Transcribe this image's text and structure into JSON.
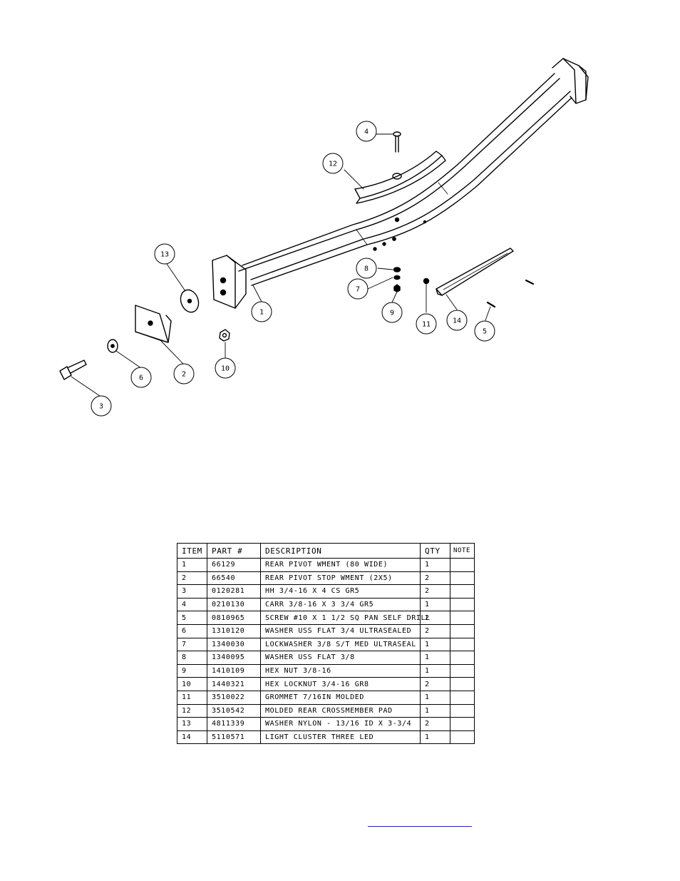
{
  "callouts": [
    "1",
    "2",
    "3",
    "4",
    "5",
    "6",
    "7",
    "8",
    "9",
    "10",
    "11",
    "12",
    "13",
    "14"
  ],
  "table": {
    "headers": [
      "ITEM",
      "PART #",
      "DESCRIPTION",
      "QTY",
      "NOTE"
    ],
    "rows": [
      [
        "1",
        "66129",
        "REAR PIVOT WMENT (80 WIDE)",
        "1",
        ""
      ],
      [
        "2",
        "66540",
        "REAR PIVOT STOP WMENT (2X5)",
        "2",
        ""
      ],
      [
        "3",
        "0120281",
        "HH 3/4-16 X 4 CS GR5",
        "2",
        ""
      ],
      [
        "4",
        "0210130",
        "CARR 3/8-16 X 3 3/4 GR5",
        "1",
        ""
      ],
      [
        "5",
        "0810965",
        "SCREW #10 X 1 1/2 SQ PAN SELF DRILL",
        "2",
        ""
      ],
      [
        "6",
        "1310120",
        "WASHER USS FLAT 3/4 ULTRASEALED",
        "2",
        ""
      ],
      [
        "7",
        "1340030",
        "LOCKWASHER 3/8 S/T MED ULTRASEAL",
        "1",
        ""
      ],
      [
        "8",
        "1340095",
        "WASHER USS FLAT 3/8",
        "1",
        ""
      ],
      [
        "9",
        "1410109",
        "HEX NUT 3/8-16",
        "1",
        ""
      ],
      [
        "10",
        "1440321",
        "HEX LOCKNUT 3/4-16 GR8",
        "2",
        ""
      ],
      [
        "11",
        "3510022",
        "GROMMET  7/16IN MOLDED",
        "1",
        ""
      ],
      [
        "12",
        "3510542",
        "MOLDED REAR CROSSMEMBER PAD",
        "1",
        ""
      ],
      [
        "13",
        "4811339",
        "WASHER NYLON - 13/16 ID X 3-3/4",
        "2",
        ""
      ],
      [
        "14",
        "5110571",
        "LIGHT CLUSTER THREE LED",
        "1",
        ""
      ]
    ]
  }
}
